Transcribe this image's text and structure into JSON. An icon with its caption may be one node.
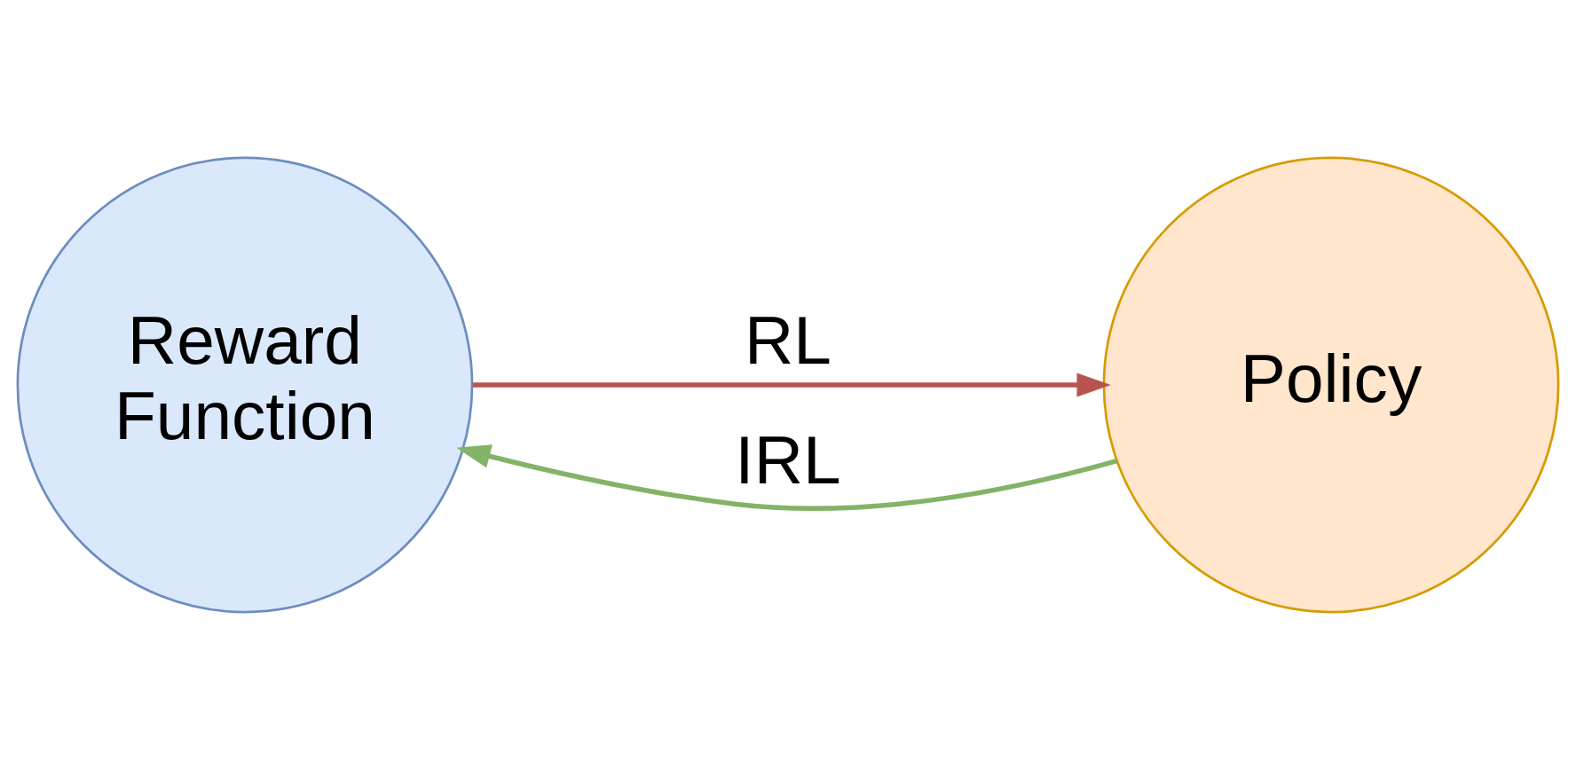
{
  "diagram": {
    "nodes": [
      {
        "text": [
          "Reward Function"
        ]
      },
      {
        "text": [
          "Policy"
        ]
      }
    ],
    "edges": [
      {
        "from": 0,
        "to": 1,
        "arrow": "to",
        "label": "RL",
        "color": "#b85450"
      },
      {
        "from": 1,
        "to": 0,
        "arrow": "to",
        "label": "IRL",
        "color": "#82b366"
      }
    ]
  }
}
